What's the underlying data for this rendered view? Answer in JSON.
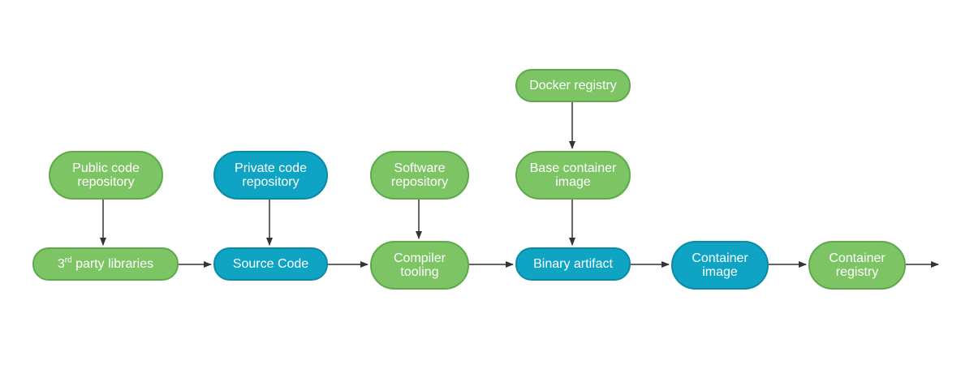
{
  "colors": {
    "green_fill": "#7dc465",
    "green_border": "#5fa84c",
    "blue_fill": "#0fa4c4",
    "blue_border": "#0b8aa6",
    "arrow": "#333333",
    "text": "#ffffff"
  },
  "nodes": {
    "public_repo": {
      "line1": "Public code",
      "line2": "repository",
      "color": "green"
    },
    "private_repo": {
      "line1": "Private code",
      "line2": "repository",
      "color": "blue"
    },
    "software_repo": {
      "line1": "Software",
      "line2": "repository",
      "color": "green"
    },
    "docker_registry": {
      "label": "Docker registry",
      "color": "green"
    },
    "base_image": {
      "line1": "Base container",
      "line2": "image",
      "color": "green"
    },
    "third_party": {
      "prefix": "3",
      "sup": "rd",
      "rest": " party libraries",
      "color": "green"
    },
    "source_code": {
      "label": "Source Code",
      "color": "blue"
    },
    "compiler": {
      "line1": "Compiler",
      "line2": "tooling",
      "color": "green"
    },
    "binary": {
      "label": "Binary artifact",
      "color": "blue"
    },
    "container_image": {
      "line1": "Container",
      "line2": "image",
      "color": "blue"
    },
    "container_registry": {
      "line1": "Container",
      "line2": "registry",
      "color": "green"
    }
  },
  "edges": [
    {
      "from": "public_repo",
      "to": "third_party"
    },
    {
      "from": "private_repo",
      "to": "source_code"
    },
    {
      "from": "software_repo",
      "to": "compiler"
    },
    {
      "from": "docker_registry",
      "to": "base_image"
    },
    {
      "from": "base_image",
      "to": "binary"
    },
    {
      "from": "third_party",
      "to": "source_code"
    },
    {
      "from": "source_code",
      "to": "compiler"
    },
    {
      "from": "compiler",
      "to": "binary"
    },
    {
      "from": "binary",
      "to": "container_image"
    },
    {
      "from": "container_image",
      "to": "container_registry"
    },
    {
      "from": "container_registry",
      "to": ""
    }
  ]
}
